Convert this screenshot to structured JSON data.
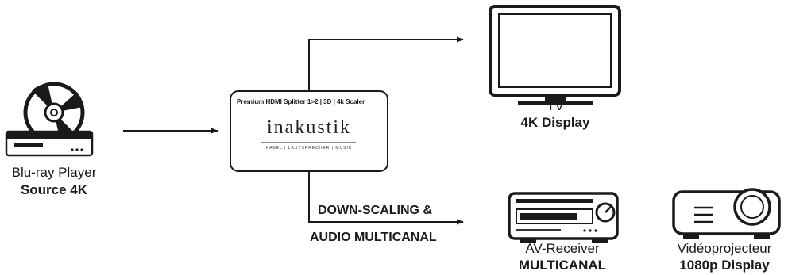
{
  "source": {
    "name": "Blu-ray Player",
    "type": "Source 4K",
    "icon": "bluray-player-icon"
  },
  "splitter": {
    "title": "Premium HDMI Splitter 1>2 | 3D | 4k Scaler",
    "brand": "inakustik",
    "tagline": "KABEL | LAUTSPRECHER | MUSIK"
  },
  "outputs": {
    "tv": {
      "name": "TV",
      "type": "4K Display",
      "icon": "tv-icon"
    },
    "receiver": {
      "name": "AV-Receiver",
      "type": "MULTICANAL",
      "icon": "av-receiver-icon"
    },
    "projector": {
      "name": "Vidéoprojecteur",
      "type": "1080p Display",
      "icon": "projector-icon"
    }
  },
  "flow_label": {
    "line1": "DOWN-SCALING &",
    "line2": "AUDIO MULTICANAL"
  },
  "colors": {
    "stroke": "#1a1a1a",
    "background": "#ffffff"
  }
}
